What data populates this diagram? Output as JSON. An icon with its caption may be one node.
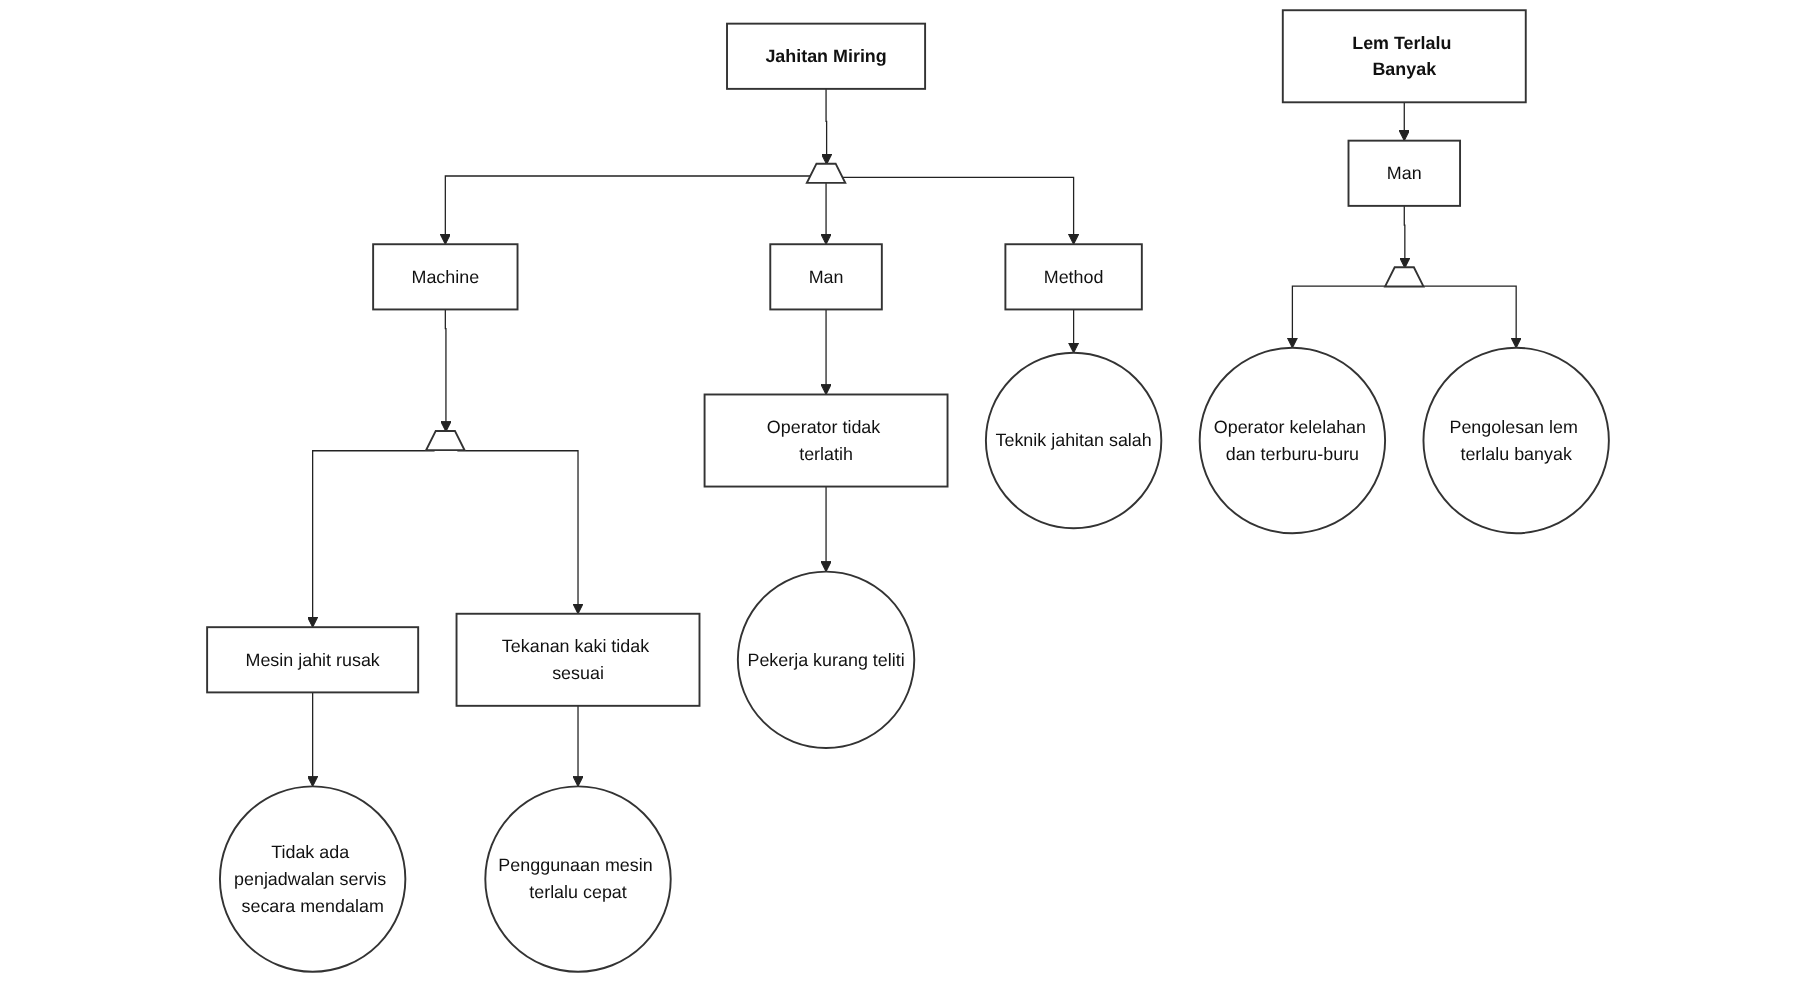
{
  "diagram": {
    "nodes": [
      {
        "text": [
          "Jahitan Miring"
        ]
      },
      {
        "text": [],
        "shape": "gate"
      },
      {
        "text": [
          "Machine"
        ]
      },
      {
        "text": [
          "Man"
        ]
      },
      {
        "text": [
          "Method"
        ]
      },
      {
        "text": [],
        "shape": "gate"
      },
      {
        "text": [
          "Mesin jahit rusak"
        ]
      },
      {
        "text": [
          "Tekanan kaki tidak sesuai"
        ]
      },
      {
        "text": [
          "Operator tidak terlatih"
        ]
      },
      {
        "text": [
          "Teknik jahitan salah"
        ]
      },
      {
        "text": [
          "Tidak ada penjadwalan servis secara mendalam"
        ]
      },
      {
        "text": [
          "Penggunaan mesin terlalu cepat"
        ]
      },
      {
        "text": [
          "Pekerja kurang teliti"
        ]
      },
      {
        "text": [
          "Lem Terlalu Banyak"
        ]
      },
      {
        "text": [
          "Man"
        ]
      },
      {
        "text": [],
        "shape": "gate"
      },
      {
        "text": [
          "Operator kelelahan dan terburu-buru"
        ]
      },
      {
        "text": [
          "Pengolesan lem terlalu banyak"
        ]
      }
    ],
    "edges": [
      {
        "from": 0,
        "to": 1,
        "arrow": "to"
      },
      {
        "from": 1,
        "to": 2,
        "arrow": "to"
      },
      {
        "from": 1,
        "to": 3,
        "arrow": "to"
      },
      {
        "from": 1,
        "to": 4,
        "arrow": "to"
      },
      {
        "from": 2,
        "to": 5,
        "arrow": "to"
      },
      {
        "from": 5,
        "to": 6,
        "arrow": "to"
      },
      {
        "from": 5,
        "to": 7,
        "arrow": "to"
      },
      {
        "from": 3,
        "to": 8,
        "arrow": "to"
      },
      {
        "from": 4,
        "to": 9,
        "arrow": "to"
      },
      {
        "from": 6,
        "to": 10,
        "arrow": "to"
      },
      {
        "from": 7,
        "to": 11,
        "arrow": "to"
      },
      {
        "from": 8,
        "to": 12,
        "arrow": "to"
      },
      {
        "from": 13,
        "to": 14,
        "arrow": "to"
      },
      {
        "from": 14,
        "to": 15,
        "arrow": "to"
      },
      {
        "from": 15,
        "to": 16,
        "arrow": "to"
      },
      {
        "from": 15,
        "to": 17,
        "arrow": "to"
      }
    ]
  }
}
